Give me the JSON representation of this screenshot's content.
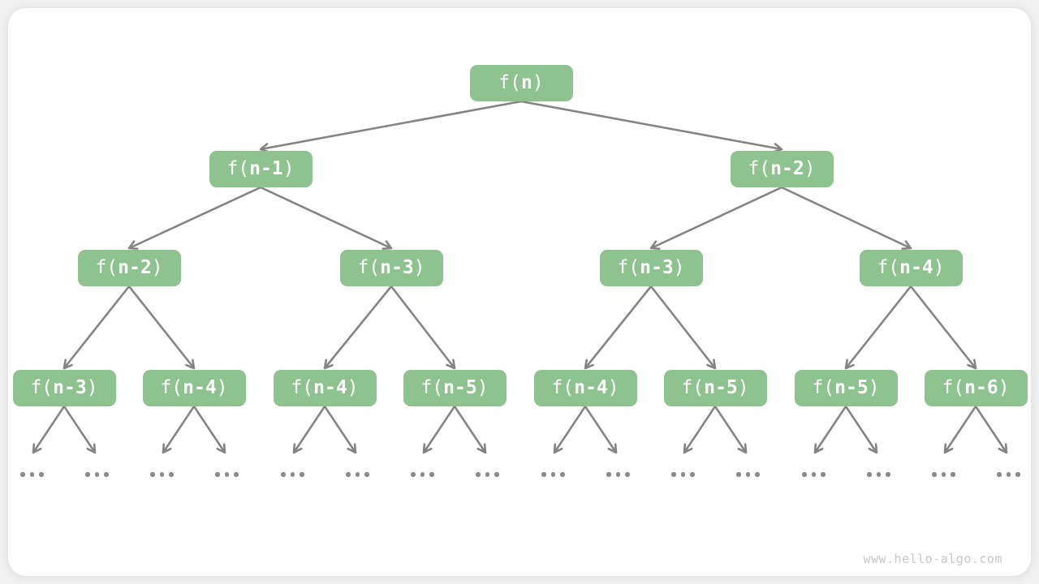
{
  "diagram": {
    "title_semantic": "recursion-tree",
    "watermark": "www.hello-algo.com"
  },
  "colors": {
    "page_background": "#f1f1f1",
    "canvas_background": "#ffffff",
    "node_fill": "#8ec28e",
    "node_text": "#ffffff",
    "arrow": "#848484",
    "ellipsis_dot": "#8a8a8a",
    "watermark_text": "#c7c7c7"
  },
  "tree": {
    "nodes": [
      {
        "id": "root",
        "label": "f(n)",
        "pre": "f(",
        "arg": "n",
        "post": ")"
      },
      {
        "id": "n1l",
        "label": "f(n-1)",
        "pre": "f(",
        "arg": "n-1",
        "post": ")"
      },
      {
        "id": "n1r",
        "label": "f(n-2)",
        "pre": "f(",
        "arg": "n-2",
        "post": ")"
      },
      {
        "id": "n2a",
        "label": "f(n-2)",
        "pre": "f(",
        "arg": "n-2",
        "post": ")"
      },
      {
        "id": "n2b",
        "label": "f(n-3)",
        "pre": "f(",
        "arg": "n-3",
        "post": ")"
      },
      {
        "id": "n2c",
        "label": "f(n-3)",
        "pre": "f(",
        "arg": "n-3",
        "post": ")"
      },
      {
        "id": "n2d",
        "label": "f(n-4)",
        "pre": "f(",
        "arg": "n-4",
        "post": ")"
      },
      {
        "id": "l1",
        "label": "f(n-3)",
        "pre": "f(",
        "arg": "n-3",
        "post": ")"
      },
      {
        "id": "l2",
        "label": "f(n-4)",
        "pre": "f(",
        "arg": "n-4",
        "post": ")"
      },
      {
        "id": "l3",
        "label": "f(n-4)",
        "pre": "f(",
        "arg": "n-4",
        "post": ")"
      },
      {
        "id": "l4",
        "label": "f(n-5)",
        "pre": "f(",
        "arg": "n-5",
        "post": ")"
      },
      {
        "id": "l5",
        "label": "f(n-4)",
        "pre": "f(",
        "arg": "n-4",
        "post": ")"
      },
      {
        "id": "l6",
        "label": "f(n-5)",
        "pre": "f(",
        "arg": "n-5",
        "post": ")"
      },
      {
        "id": "l7",
        "label": "f(n-5)",
        "pre": "f(",
        "arg": "n-5",
        "post": ")"
      },
      {
        "id": "l8",
        "label": "f(n-6)",
        "pre": "f(",
        "arg": "n-6",
        "post": ")"
      }
    ],
    "edges": [
      [
        "root",
        "n1l"
      ],
      [
        "root",
        "n1r"
      ],
      [
        "n1l",
        "n2a"
      ],
      [
        "n1l",
        "n2b"
      ],
      [
        "n1r",
        "n2c"
      ],
      [
        "n1r",
        "n2d"
      ],
      [
        "n2a",
        "l1"
      ],
      [
        "n2a",
        "l2"
      ],
      [
        "n2b",
        "l3"
      ],
      [
        "n2b",
        "l4"
      ],
      [
        "n2c",
        "l5"
      ],
      [
        "n2c",
        "l6"
      ],
      [
        "n2d",
        "l7"
      ],
      [
        "n2d",
        "l8"
      ]
    ],
    "leaves_with_ellipsis": [
      "l1",
      "l2",
      "l3",
      "l4",
      "l5",
      "l6",
      "l7",
      "l8"
    ],
    "ellipsis_symbol": "..."
  }
}
